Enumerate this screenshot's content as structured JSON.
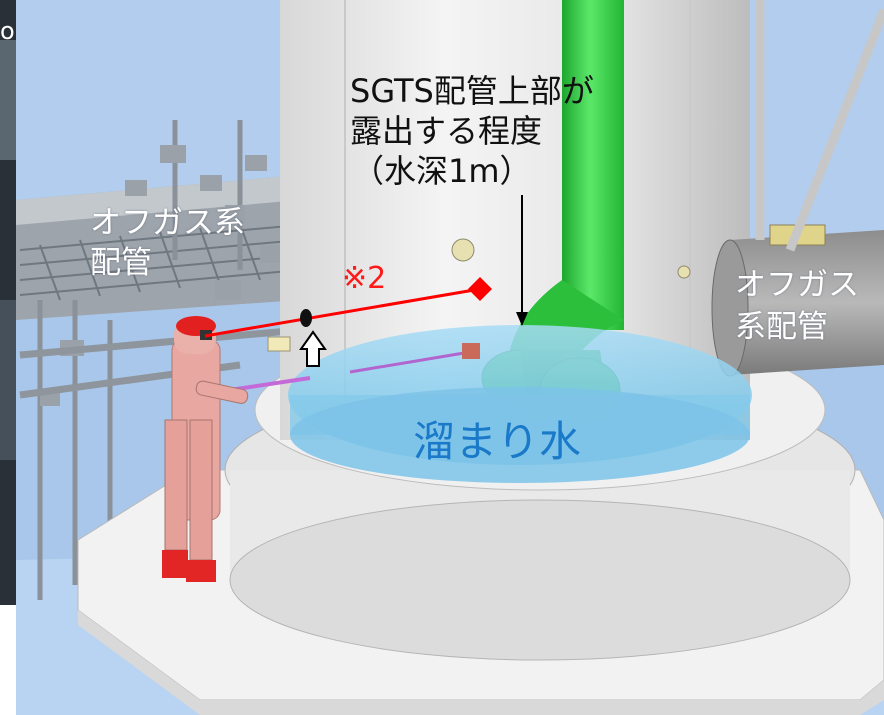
{
  "labels": {
    "sgts_line1": "SGTS配管上部が",
    "sgts_line2": "露出する程度",
    "sgts_line3": "（水深1m）",
    "offgas_left_line1": "オフガス系",
    "offgas_left_line2": "配管",
    "offgas_right_line1": "オフガス",
    "offgas_right_line2": "系配管",
    "note_mark": "※2",
    "water_label": "溜まり水",
    "corner_fragment": "o"
  },
  "colors": {
    "background_blue": "#a9c7ea",
    "pipe_green": "#2ecc40",
    "water_blue": "#7cc8ec",
    "worker_suit": "#e8a7a0",
    "laser_red": "#ff0000",
    "label_blue": "#1a79c9"
  },
  "icons": {
    "up_arrow": "up-arrow-icon",
    "red_diamond": "red-diamond-marker-icon"
  }
}
